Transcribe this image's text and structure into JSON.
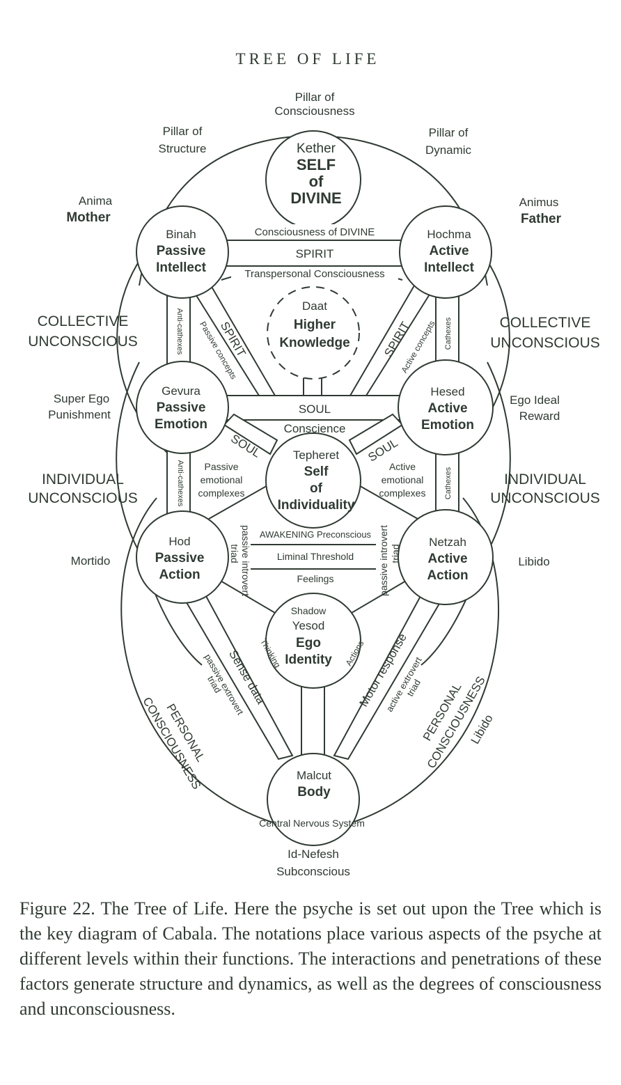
{
  "title": "TREE OF LIFE",
  "pillars": {
    "consciousness": [
      "Pillar of",
      "Consciousness"
    ],
    "structure": [
      "Pillar of",
      "Structure"
    ],
    "dynamic": [
      "Pillar of",
      "Dynamic"
    ]
  },
  "side_labels": {
    "anima": "Anima",
    "mother": "Mother",
    "animus": "Animus",
    "father": "Father",
    "collective_left": [
      "COLLECTIVE",
      "UNCONSCIOUS"
    ],
    "collective_right": [
      "COLLECTIVE",
      "UNCONSCIOUS"
    ],
    "superego": [
      "Super Ego",
      "Punishment"
    ],
    "egoideal": [
      "Ego Ideal",
      "Reward"
    ],
    "individual_left": [
      "INDIVIDUAL",
      "UNCONSCIOUS"
    ],
    "individual_right": [
      "INDIVIDUAL",
      "UNCONSCIOUS"
    ],
    "mortido": "Mortido",
    "libido": "Libido"
  },
  "sephirot": {
    "kether": {
      "name": "Kether",
      "lines": [
        "SELF",
        "of",
        "DIVINE"
      ]
    },
    "binah": {
      "name": "Binah",
      "lines": [
        "Passive",
        "Intellect"
      ]
    },
    "hochma": {
      "name": "Hochma",
      "lines": [
        "Active",
        "Intellect"
      ]
    },
    "daat": {
      "name": "Daat",
      "lines": [
        "Higher",
        "Knowledge"
      ]
    },
    "gevura": {
      "name": "Gevura",
      "lines": [
        "Passive",
        "Emotion"
      ]
    },
    "hesed": {
      "name": "Hesed",
      "lines": [
        "Active",
        "Emotion"
      ]
    },
    "tepheret": {
      "name": "Tepheret",
      "lines": [
        "Self",
        "of",
        "Individuality"
      ]
    },
    "hod": {
      "name": "Hod",
      "lines": [
        "Passive",
        "Action"
      ]
    },
    "netzah": {
      "name": "Netzah",
      "lines": [
        "Active",
        "Action"
      ]
    },
    "yesod": {
      "pre": "Shadow",
      "name": "Yesod",
      "lines": [
        "Ego",
        "Identity"
      ]
    },
    "malcut": {
      "name": "Malcut",
      "lines": [
        "Body"
      ]
    }
  },
  "paths": {
    "consciousness_divine": "Consciousness of DIVINE",
    "spirit": "SPIRIT",
    "transpersonal": "Transpersonal Consciousness",
    "spirit_left": "SPIRIT",
    "spirit_right": "SPIRIT",
    "passive_concepts": "Passive concepts",
    "active_concepts": "Active concepts",
    "anti_cathexes_top": "Anti-cathexes",
    "cathexes_top": "Cathexes",
    "soul": "SOUL",
    "conscience": "Conscience",
    "soul_left": "SOUL",
    "soul_right": "SOUL",
    "passive_emotional": [
      "Passive",
      "emotional",
      "complexes"
    ],
    "active_emotional": [
      "Active",
      "emotional",
      "complexes"
    ],
    "anti_cathexes_bottom": "Anti-cathexes",
    "cathexes_bottom": "Cathexes",
    "awakening": "AWAKENING Preconscious",
    "liminal": "Liminal Threshold",
    "feelings": "Feelings",
    "passive_introvert_left": [
      "passive introvert",
      "triad"
    ],
    "passive_introvert_right": [
      "passive introvert",
      "triad"
    ],
    "thinking": "Thinking",
    "sense_data": "Sense data",
    "passive_extrovert": [
      "passive extrovert",
      "triad"
    ],
    "actions": "Actions",
    "motor_response": "Motor response",
    "active_extrovert": [
      "active extrovert",
      "triad"
    ],
    "personal_left": [
      "PERSONAL",
      "CONSCIOUSNESS"
    ],
    "personal_right": [
      "PERSONAL",
      "CONSCIOUSNESS"
    ],
    "libido_rotated": "Libido",
    "cns": "Central Nervous System"
  },
  "bottom": [
    "Id-Nefesh",
    "Subconscious"
  ],
  "caption": "Figure 22.   The Tree of Life. Here the psyche is set out upon the Tree which is the key diagram of Cabala. The notations place various aspects of the psyche at different levels within their functions. The interactions and penetrations of these factors generate structure and dynamics, as well as the degrees of consciousness and unconsciousness."
}
